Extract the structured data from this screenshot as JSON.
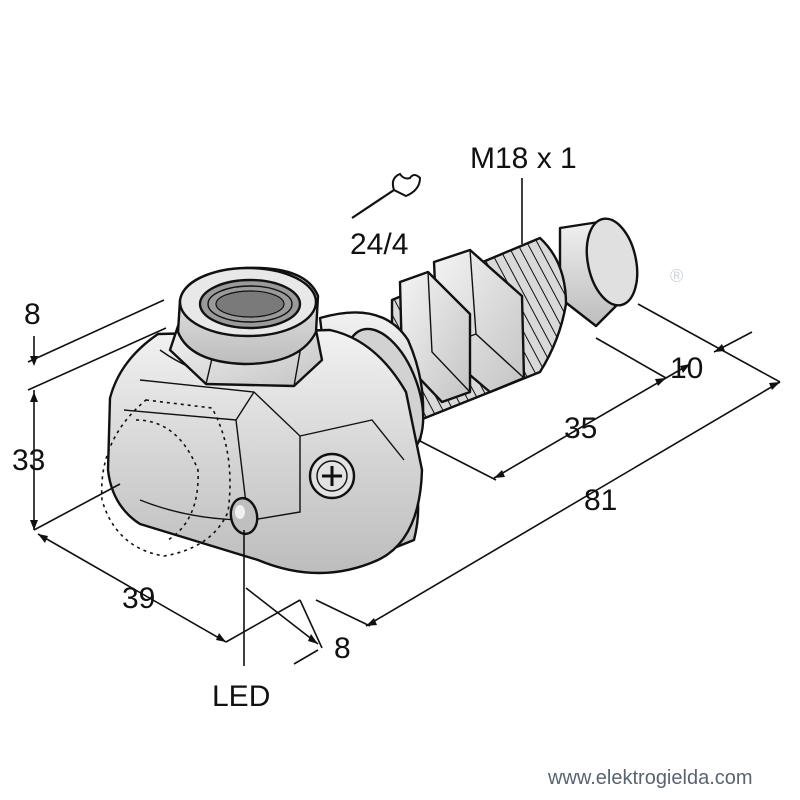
{
  "labels": {
    "thread": "M18 x 1",
    "wrench_size": "24/4",
    "dim_top_8": "8",
    "dim_33": "33",
    "dim_39": "39",
    "dim_bottom_8": "8",
    "dim_10": "10",
    "dim_35": "35",
    "dim_81": "81",
    "led": "LED",
    "registered_mark": "®",
    "website": "www.elektrogielda.com"
  },
  "icons": {
    "wrench": "wrench-icon"
  },
  "colors": {
    "line": "#111111",
    "body_fill": "#e6e6e6",
    "body_shade": "#c9c9c9",
    "footer_text": "#5a6470",
    "background": "#ffffff"
  }
}
